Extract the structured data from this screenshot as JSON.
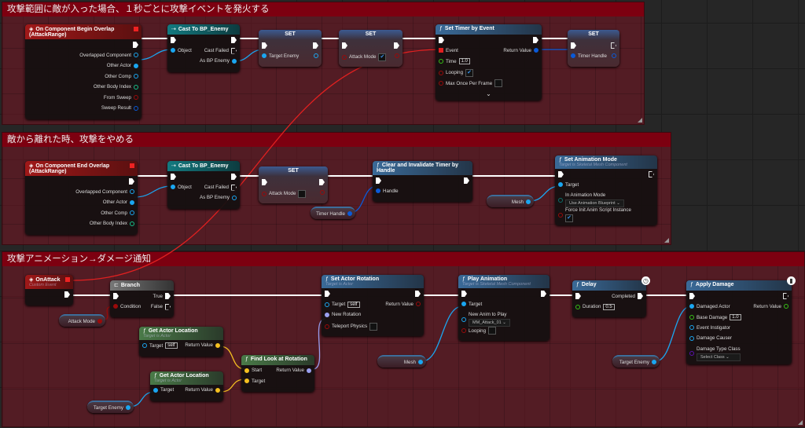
{
  "pin_colors": {
    "exec": "#ffffff",
    "object": "#1aa6f0",
    "bool": "#9a0a0a",
    "float": "#37c016",
    "struct": "#0a5ad8",
    "vector": "#f5c020",
    "rotator": "#9aa0f0",
    "int": "#16c08a",
    "byte": "#0a6f6a",
    "class": "#5a10b0",
    "delegate": "#e02020"
  },
  "comments": [
    {
      "title": "攻撃範囲に敵が入った場合、１秒ごとに攻撃イベントを発火する"
    },
    {
      "title": "敵から離れた時、攻撃をやめる"
    },
    {
      "title": "攻撃アニメーション→ダメージ通知"
    }
  ],
  "nodes": [
    {
      "id": "begin",
      "kind": "event",
      "icon": "event-icon",
      "title": "On Component Begin Overlap (AttackRange)",
      "inputs": [],
      "outputs": [
        {
          "label": "",
          "type": "exec",
          "connected": true
        },
        {
          "label": "Overlapped Component",
          "type": "object"
        },
        {
          "label": "Other Actor",
          "type": "object",
          "connected": true
        },
        {
          "label": "Other Comp",
          "type": "object"
        },
        {
          "label": "Other Body Index",
          "type": "int"
        },
        {
          "label": "From Sweep",
          "type": "bool"
        },
        {
          "label": "Sweep Result",
          "type": "struct"
        }
      ]
    },
    {
      "id": "cast1",
      "kind": "cast",
      "icon": "cast-icon",
      "title": "Cast To BP_Enemy",
      "inputs": [
        {
          "label": "",
          "type": "exec",
          "connected": true
        },
        {
          "label": "Object",
          "type": "object",
          "connected": true
        }
      ],
      "outputs": [
        {
          "label": "",
          "type": "exec",
          "connected": true
        },
        {
          "label": "Cast Failed",
          "type": "exec"
        },
        {
          "label": "As BP Enemy",
          "type": "object",
          "connected": true
        }
      ]
    },
    {
      "id": "set1",
      "kind": "set",
      "title": "SET",
      "inputs": [
        {
          "label": "",
          "type": "exec",
          "connected": true
        },
        {
          "label": "Target Enemy",
          "type": "object",
          "connected": true
        }
      ],
      "outputs": [
        {
          "label": "",
          "type": "exec",
          "connected": true
        },
        {
          "label": "",
          "type": "object"
        }
      ]
    },
    {
      "id": "set2",
      "kind": "set",
      "title": "SET",
      "inputs": [
        {
          "label": "",
          "type": "exec",
          "connected": true
        },
        {
          "label": "Attack Mode",
          "type": "bool",
          "checkbox": true
        }
      ],
      "outputs": [
        {
          "label": "",
          "type": "exec",
          "connected": true
        },
        {
          "label": "",
          "type": "bool"
        }
      ]
    },
    {
      "id": "timer",
      "kind": "func",
      "icon": "function-icon",
      "title": "Set Timer by Event",
      "inputs": [
        {
          "label": "",
          "type": "exec",
          "connected": true
        },
        {
          "label": "Event",
          "type": "delegate",
          "connected": true
        },
        {
          "label": "Time",
          "type": "float",
          "value": "1.0"
        },
        {
          "label": "Looping",
          "type": "bool",
          "checkbox": true
        },
        {
          "label": "Max Once Per Frame",
          "type": "bool",
          "checkbox": false
        }
      ],
      "outputs": [
        {
          "label": "",
          "type": "exec",
          "connected": true
        },
        {
          "label": "Return Value",
          "type": "struct",
          "connected": true
        }
      ],
      "expand": "⌄"
    },
    {
      "id": "set3",
      "kind": "set",
      "title": "SET",
      "inputs": [
        {
          "label": "",
          "type": "exec",
          "connected": true
        },
        {
          "label": "Timer Handle",
          "type": "struct",
          "connected": true
        }
      ],
      "outputs": [
        {
          "label": "",
          "type": "exec"
        },
        {
          "label": "",
          "type": "struct"
        }
      ]
    },
    {
      "id": "end",
      "kind": "event",
      "icon": "event-icon",
      "title": "On Component End Overlap (AttackRange)",
      "inputs": [],
      "outputs": [
        {
          "label": "",
          "type": "exec",
          "connected": true
        },
        {
          "label": "Overlapped Component",
          "type": "object"
        },
        {
          "label": "Other Actor",
          "type": "object",
          "connected": true
        },
        {
          "label": "Other Comp",
          "type": "object"
        },
        {
          "label": "Other Body Index",
          "type": "int"
        }
      ]
    },
    {
      "id": "cast2",
      "kind": "cast",
      "icon": "cast-icon",
      "title": "Cast To BP_Enemy",
      "inputs": [
        {
          "label": "",
          "type": "exec",
          "connected": true
        },
        {
          "label": "Object",
          "type": "object",
          "connected": true
        }
      ],
      "outputs": [
        {
          "label": "",
          "type": "exec",
          "connected": true
        },
        {
          "label": "Cast Failed",
          "type": "exec"
        },
        {
          "label": "As BP Enemy",
          "type": "object"
        }
      ]
    },
    {
      "id": "set4",
      "kind": "set",
      "title": "SET",
      "inputs": [
        {
          "label": "",
          "type": "exec",
          "connected": true
        },
        {
          "label": "Attack Mode",
          "type": "bool",
          "checkbox": false
        }
      ],
      "outputs": [
        {
          "label": "",
          "type": "exec",
          "connected": true
        },
        {
          "label": "",
          "type": "bool"
        }
      ]
    },
    {
      "id": "clear",
      "kind": "func",
      "icon": "function-icon",
      "title": "Clear and Invalidate Timer by Handle",
      "inputs": [
        {
          "label": "",
          "type": "exec",
          "connected": true
        },
        {
          "label": "Handle",
          "type": "struct",
          "connected": true
        }
      ],
      "outputs": [
        {
          "label": "",
          "type": "exec",
          "connected": true
        }
      ]
    },
    {
      "id": "animmode",
      "kind": "func",
      "icon": "function-icon",
      "title": "Set Animation Mode",
      "subtitle": "Target is Skeletal Mesh Component",
      "inputs": [
        {
          "label": "",
          "type": "exec",
          "connected": true
        },
        {
          "label": "Target",
          "type": "object",
          "connected": true
        },
        {
          "label": "In Animation Mode",
          "type": "byte",
          "dropdown": "Use Animation Blueprint"
        },
        {
          "label": "Force Init Anim Script Instance",
          "type": "bool",
          "checkbox_below": true
        }
      ],
      "outputs": [
        {
          "label": "",
          "type": "exec"
        }
      ]
    },
    {
      "id": "onattack",
      "kind": "event",
      "icon": "event-icon",
      "title": "OnAttack",
      "subtitle": "Custom Event",
      "dot": true,
      "inputs": [],
      "outputs": [
        {
          "label": "",
          "type": "exec",
          "connected": true
        }
      ]
    },
    {
      "id": "branch",
      "kind": "branch",
      "icon": "branch-icon",
      "title": "Branch",
      "inputs": [
        {
          "label": "",
          "type": "exec",
          "connected": true
        },
        {
          "label": "Condition",
          "type": "bool",
          "connected": true
        }
      ],
      "outputs": [
        {
          "label": "True",
          "type": "exec",
          "connected": true
        },
        {
          "label": "False",
          "type": "exec"
        }
      ]
    },
    {
      "id": "getloc1",
      "kind": "pure",
      "icon": "function-icon",
      "title": "Get Actor Location",
      "subtitle": "Target is Actor",
      "inputs": [
        {
          "label": "Target",
          "type": "object",
          "value": "self"
        }
      ],
      "outputs": [
        {
          "label": "Return Value",
          "type": "vector",
          "connected": true
        }
      ]
    },
    {
      "id": "getloc2",
      "kind": "pure",
      "icon": "function-icon",
      "title": "Get Actor Location",
      "subtitle": "Target is Actor",
      "inputs": [
        {
          "label": "Target",
          "type": "object",
          "connected": true
        }
      ],
      "outputs": [
        {
          "label": "Return Value",
          "type": "vector",
          "connected": true
        }
      ]
    },
    {
      "id": "findlook",
      "kind": "pure",
      "icon": "function-icon",
      "title": "Find Look at Rotation",
      "inputs": [
        {
          "label": "Start",
          "type": "vector",
          "connected": true
        },
        {
          "label": "Target",
          "type": "vector",
          "connected": true
        }
      ],
      "outputs": [
        {
          "label": "Return Value",
          "type": "rotator",
          "connected": true
        }
      ]
    },
    {
      "id": "setrot",
      "kind": "func",
      "icon": "function-icon",
      "title": "Set Actor Rotation",
      "subtitle": "Target is Actor",
      "inputs": [
        {
          "label": "",
          "type": "exec",
          "connected": true
        },
        {
          "label": "Target",
          "type": "object",
          "value": "self"
        },
        {
          "label": "New Rotation",
          "type": "rotator",
          "connected": true
        },
        {
          "label": "Teleport Physics",
          "type": "bool",
          "checkbox": false
        }
      ],
      "outputs": [
        {
          "label": "",
          "type": "exec",
          "connected": true
        },
        {
          "label": "Return Value",
          "type": "bool"
        }
      ]
    },
    {
      "id": "playanim",
      "kind": "func",
      "icon": "function-icon",
      "title": "Play Animation",
      "subtitle": "Target is Skeletal Mesh Component",
      "inputs": [
        {
          "label": "",
          "type": "exec",
          "connected": true
        },
        {
          "label": "Target",
          "type": "object",
          "connected": true
        },
        {
          "label": "New Anim to Play",
          "type": "object",
          "dropdown": "MM_Attack_01"
        },
        {
          "label": "Looping",
          "type": "bool",
          "checkbox": false
        }
      ],
      "outputs": [
        {
          "label": "",
          "type": "exec",
          "connected": true
        }
      ]
    },
    {
      "id": "delay",
      "kind": "func",
      "icon": "function-icon",
      "title": "Delay",
      "badge": "clock",
      "inputs": [
        {
          "label": "",
          "type": "exec",
          "connected": true
        },
        {
          "label": "Duration",
          "type": "float",
          "value": "0.5"
        }
      ],
      "outputs": [
        {
          "label": "Completed",
          "type": "exec",
          "connected": true
        }
      ]
    },
    {
      "id": "applydmg",
      "kind": "func",
      "icon": "function-icon",
      "title": "Apply Damage",
      "badge": "server",
      "inputs": [
        {
          "label": "",
          "type": "exec",
          "connected": true
        },
        {
          "label": "Damaged Actor",
          "type": "object",
          "connected": true
        },
        {
          "label": "Base Damage",
          "type": "float",
          "value": "1.0"
        },
        {
          "label": "Event Instigator",
          "type": "object"
        },
        {
          "label": "Damage Causer",
          "type": "object"
        },
        {
          "label": "Damage Type Class",
          "type": "class",
          "dropdown": "Select Class"
        }
      ],
      "outputs": [
        {
          "label": "",
          "type": "exec"
        },
        {
          "label": "Return Value",
          "type": "float"
        }
      ]
    }
  ],
  "variables": [
    {
      "id": "v_timerhandle",
      "label": "Timer Handle",
      "type": "struct"
    },
    {
      "id": "v_mesh1",
      "label": "Mesh",
      "type": "object"
    },
    {
      "id": "v_attackmode",
      "label": "Attack Mode",
      "type": "bool"
    },
    {
      "id": "v_target1",
      "label": "Target Enemy",
      "type": "object"
    },
    {
      "id": "v_mesh2",
      "label": "Mesh",
      "type": "object"
    },
    {
      "id": "v_target2",
      "label": "Target Enemy",
      "type": "object"
    }
  ]
}
